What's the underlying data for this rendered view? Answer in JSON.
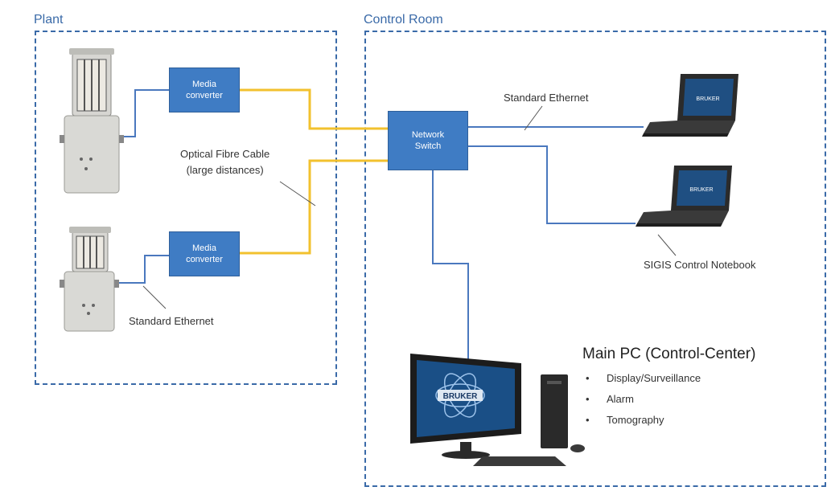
{
  "zones": {
    "plant": "Plant",
    "control_room": "Control Room"
  },
  "nodes": {
    "media_converter_1": [
      "Media",
      "converter"
    ],
    "media_converter_2": [
      "Media",
      "converter"
    ],
    "network_switch": [
      "Network",
      "Switch"
    ]
  },
  "labels": {
    "optical_fibre": [
      "Optical Fibre Cable",
      "(large distances)"
    ],
    "standard_ethernet_plant": "Standard Ethernet",
    "standard_ethernet_control": "Standard Ethernet",
    "sigis_notebook": "SIGIS Control Notebook"
  },
  "main_pc": {
    "title": "Main PC (Control-Center)",
    "features": [
      "Display/Surveillance",
      "Alarm",
      "Tomography"
    ],
    "screen_logo": "BRUKER"
  },
  "laptops": {
    "logo": "BRUKER"
  },
  "colors": {
    "ethernet": "#4a78be",
    "fibre": "#f2c12e",
    "zone_border": "#3a6aa8",
    "node_fill": "#3f7cc4"
  }
}
